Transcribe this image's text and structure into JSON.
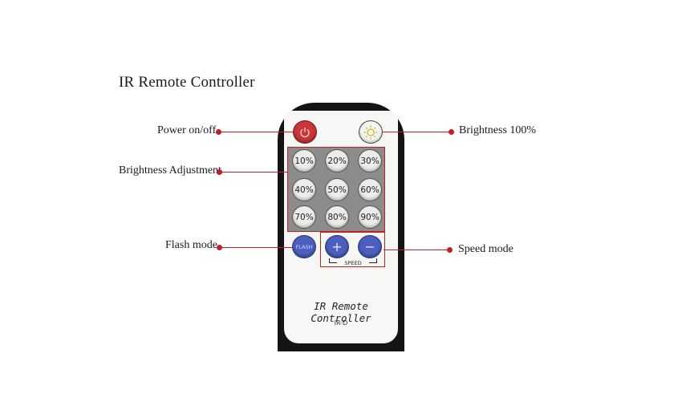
{
  "title": "IR Remote Controller",
  "callouts": {
    "power": "Power on/off",
    "brightness": "Brightness  100%",
    "brightness_adjust": "Brightness Adjustment",
    "flash": "Flash mode",
    "speed": "Speed mode"
  },
  "remote": {
    "brightness_buttons": [
      "10%",
      "20%",
      "30%",
      "40%",
      "50%",
      "60%",
      "70%",
      "80%",
      "90%"
    ],
    "flash_label": "FLASH",
    "plus_label": "+",
    "minus_label": "−",
    "speed_label": "SPEED",
    "model_name": "IR Remote Controller",
    "model_code": "IR-D"
  },
  "colors": {
    "accent": "#c21f24",
    "power_button": "#c9353a",
    "blue_button": "#4c5fbf",
    "remote_body": "#141414"
  }
}
